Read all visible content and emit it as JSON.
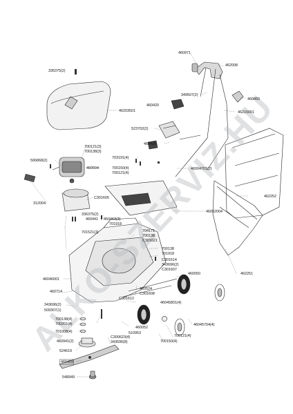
{
  "watermark": "ALKO-SZERVIZ.HU",
  "labels": {
    "p460971": "460971",
    "p462008": "462008",
    "p336375_2": "336375(2)",
    "p349507_2": "349507(2)",
    "p460420a": "460420",
    "p460450": "460450",
    "p462015001": "46215001",
    "p46203501": "46203501",
    "p523702_2": "523702(2)",
    "p460420b": "460420",
    "p700121_3": "700121(3)",
    "p700138_3": "700138(3)",
    "p506868_2": "506868(2)",
    "p460504": "460504",
    "p703191_4": "703191(4)",
    "p700150_4": "700150(4)",
    "p700121_4a": "700121(4)",
    "p460047012": "46004701(2)",
    "p312004": "312004",
    "p462252": "462252",
    "pC301605": "C301605",
    "p460520004": "46052004",
    "p336375_2b": "336375(2)",
    "p460441": "460441",
    "p460463": "460463(3)",
    "p701918a": "701918",
    "p701521_3": "701521(3)",
    "p704171": "704171",
    "p700138a": "700138",
    "pC301621": "C301621",
    "p462251": "462251",
    "p700138b": "700138",
    "p701918b": "701918",
    "pC301614": "C301614",
    "p343696_2": "343696(2)",
    "pC301607": "C301607",
    "p460050": "460050",
    "p460460001": "46046001",
    "p460714": "460714",
    "p460524": "460524",
    "pC301608": "C301608",
    "pC301612": "C301612",
    "p343696_2b": "343696(2)",
    "p509307_1": "509307(1)",
    "p460458001_4": "46045801(4)",
    "p700138_4": "700138(4)",
    "p700201_4": "700201(4)",
    "p460052": "460052",
    "p460457004_4": "46045704(4)",
    "p510953": "510953",
    "p701008_4": "701008(4)",
    "p460941_2": "460941(2)",
    "pC300623_4": "C300623(4)",
    "p343696_8": "343696(8)",
    "p700121_4b": "700121(4)",
    "p700150_4b": "700150(4)",
    "p524619": "524619",
    "p460459": "460459",
    "p548949": "548949"
  }
}
